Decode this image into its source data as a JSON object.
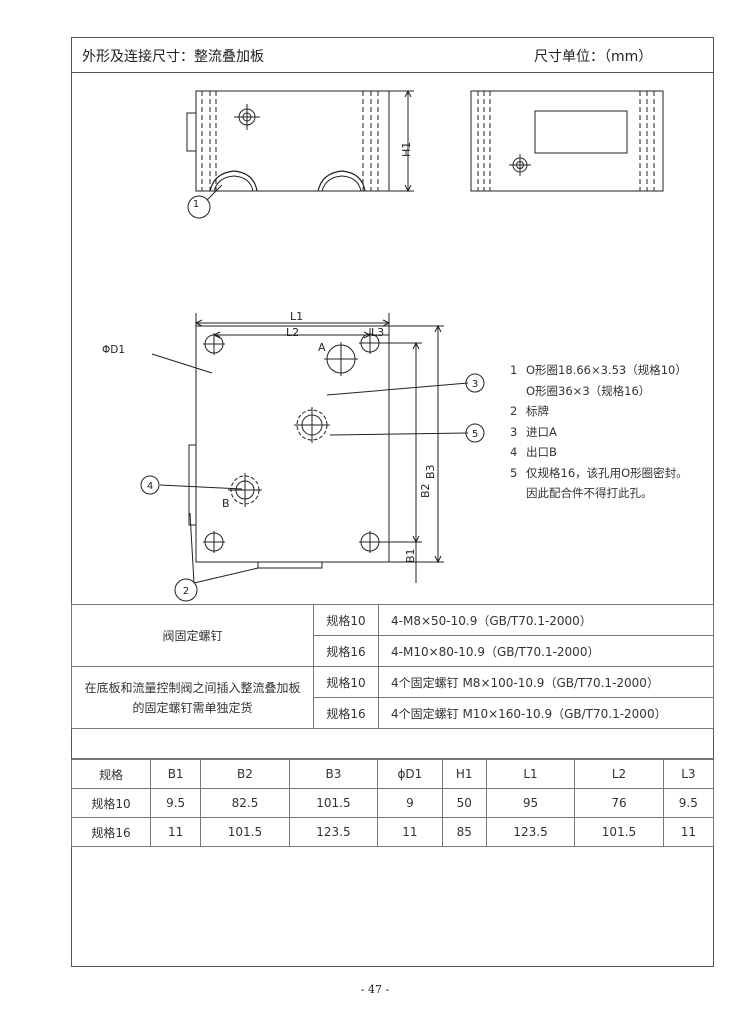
{
  "header": {
    "title": "外形及连接尺寸：整流叠加板",
    "unit": "尺寸单位：（mm）"
  },
  "drawing": {
    "dim_labels": [
      "L1",
      "L2",
      "L3",
      "B1",
      "B2",
      "B3",
      "H1",
      "ΦD1"
    ],
    "port_letters": [
      "A",
      "B"
    ],
    "callouts": [
      "1",
      "2",
      "3",
      "4",
      "5"
    ]
  },
  "legend": [
    {
      "num": "1",
      "text": "O形圈18.66×3.53（规格10）"
    },
    {
      "num": "",
      "text": "O形圈36×3（规格16）"
    },
    {
      "num": "2",
      "text": "标牌"
    },
    {
      "num": "3",
      "text": "进口A"
    },
    {
      "num": "4",
      "text": "出口B"
    },
    {
      "num": "5",
      "text": "仅规格16，该孔用O形圈密封。"
    },
    {
      "num": "",
      "text": "因此配合件不得打此孔。"
    }
  ],
  "bolts": {
    "group1_label": "阀固定螺钉",
    "group2_label": "在底板和流量控制阀之间插入整流叠加板的固定螺钉需单独定货",
    "rows": [
      {
        "size": "规格10",
        "spec": "4-M8×50-10.9（GB/T70.1-2000）"
      },
      {
        "size": "规格16",
        "spec": "4-M10×80-10.9（GB/T70.1-2000）"
      },
      {
        "size": "规格10",
        "spec": "4个固定螺钉   M8×100-10.9（GB/T70.1-2000）"
      },
      {
        "size": "规格16",
        "spec": "4个固定螺钉   M10×160-10.9（GB/T70.1-2000）"
      }
    ]
  },
  "dims": {
    "headers": [
      "规格",
      "B1",
      "B2",
      "B3",
      "ϕD1",
      "H1",
      "L1",
      "L2",
      "L3"
    ],
    "rows": [
      [
        "规格10",
        "9.5",
        "82.5",
        "101.5",
        "9",
        "50",
        "95",
        "76",
        "9.5"
      ],
      [
        "规格16",
        "11",
        "101.5",
        "123.5",
        "11",
        "85",
        "123.5",
        "101.5",
        "11"
      ]
    ]
  },
  "footer": {
    "page": "- 47 -"
  }
}
